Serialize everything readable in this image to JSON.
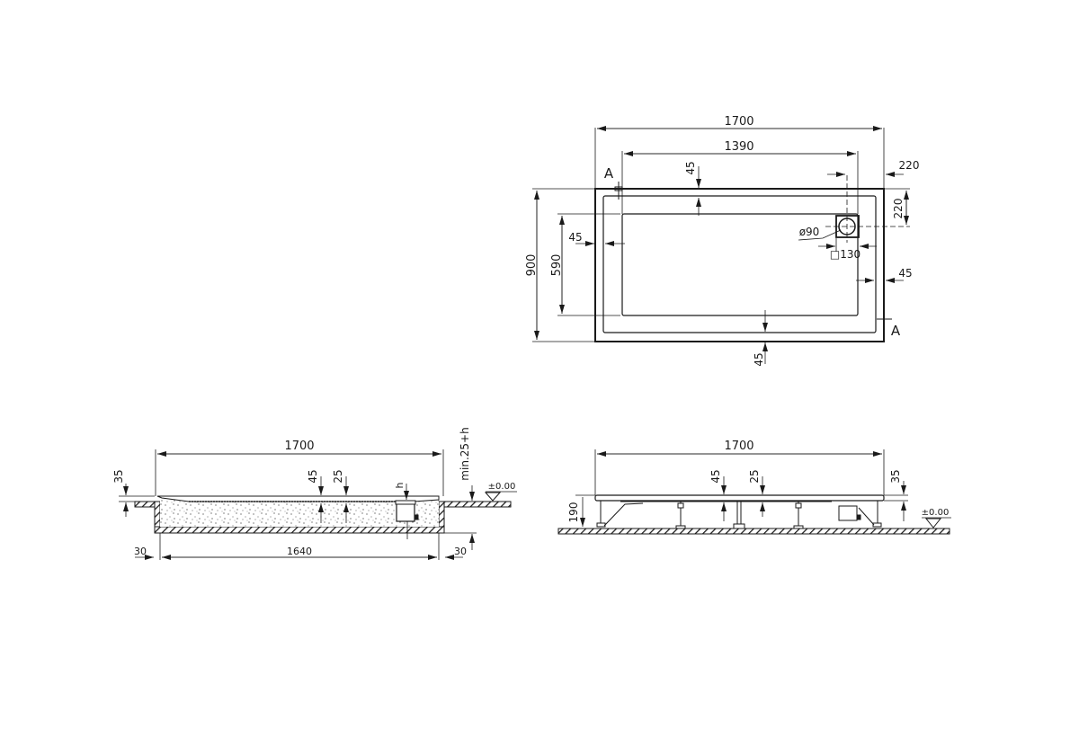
{
  "drawing": {
    "top_view": {
      "overall_length": "1700",
      "inner_length": "1390",
      "overall_width": "900",
      "inner_width": "590",
      "rim_top": "45",
      "rim_left": "45",
      "rim_right": "45",
      "rim_bottom": "45",
      "drain_offset_x": "220",
      "drain_offset_y": "220",
      "drain_diameter": "ø90",
      "drain_box": "□130",
      "section_label_start": "A",
      "section_label_end": "A"
    },
    "section_view": {
      "overall_length": "1700",
      "inner_length": "1640",
      "rim_height": "35",
      "depth_edge": "45",
      "depth_center": "25",
      "drain_h": "h",
      "min_height": "min.25+h",
      "floor_level": "±0.00",
      "wall_left": "30",
      "wall_right": "30"
    },
    "side_view": {
      "overall_length": "1700",
      "total_height": "190",
      "depth_edge": "45",
      "depth_center": "25",
      "rim_height": "35",
      "floor_level": "±0.00"
    }
  }
}
